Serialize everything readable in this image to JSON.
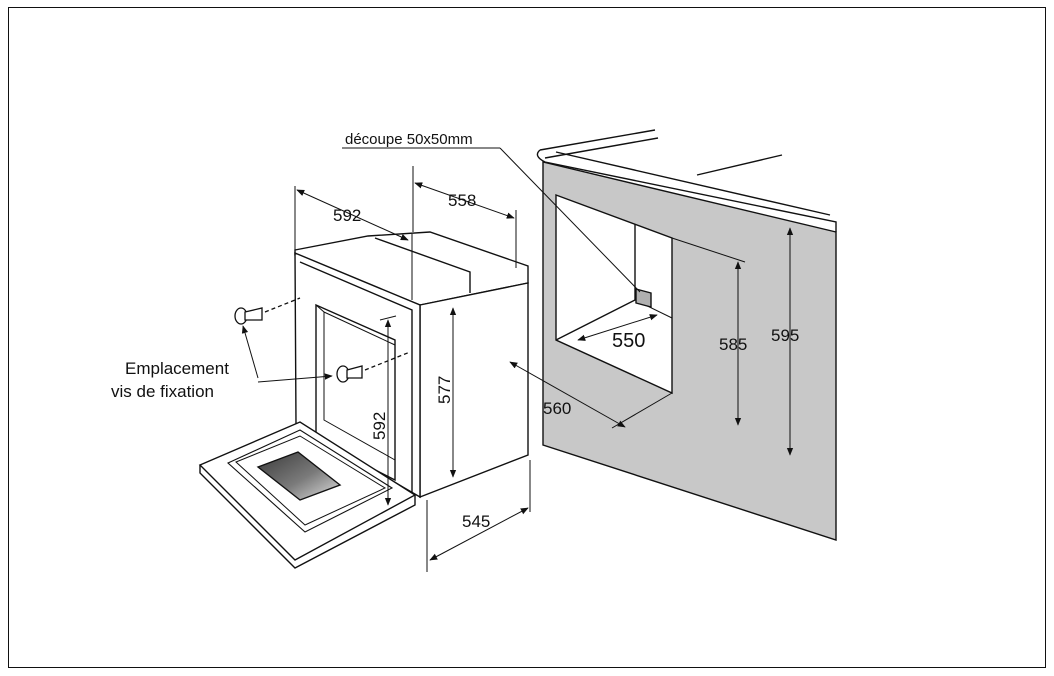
{
  "labels": {
    "cutout": "découpe 50x50mm",
    "screw_location_line1": "Emplacement",
    "screw_location_line2": "vis de fixation"
  },
  "dimensions": {
    "oven_front_width": "592",
    "oven_top_depth": "558",
    "oven_body_height": "577",
    "oven_front_height": "592",
    "oven_body_depth": "545",
    "niche_width": "560",
    "niche_inner_depth": "550",
    "niche_opening_height": "585",
    "niche_total_height": "595"
  },
  "colors": {
    "stroke": "#111111",
    "cabinet_fill": "#c8c8c8",
    "background": "#ffffff"
  }
}
